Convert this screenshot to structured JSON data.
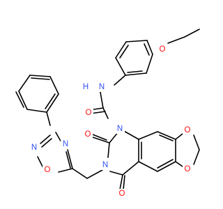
{
  "colors": {
    "background": "#ffffff",
    "carbon_bond": "#000000",
    "oxygen": "#ff0d0d",
    "nitrogen": "#3050f8"
  },
  "atoms": {
    "O_ethoxy": "O",
    "NH_amide": "N",
    "H_amide": "H",
    "O_amide": "O",
    "N1": "N",
    "O_c2": "O",
    "N3": "N",
    "O_c4": "O",
    "O_dioxole_upper": "O",
    "O_dioxole_lower": "O",
    "N_ox3": "N",
    "N_ox2": "N",
    "O_ox1": "O"
  }
}
